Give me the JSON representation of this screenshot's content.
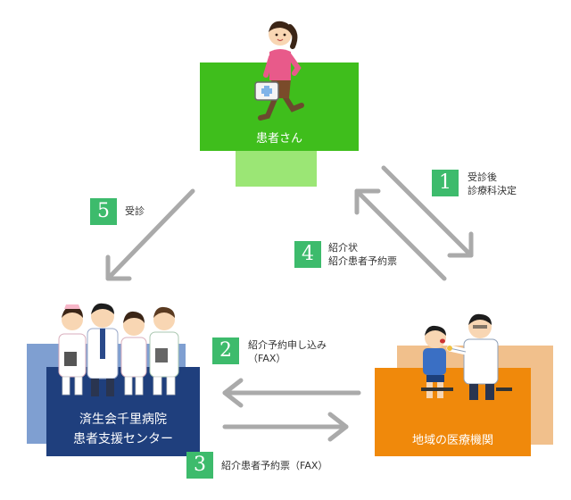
{
  "colors": {
    "patient_green": "#3fbe1c",
    "patient_tab": "#9be675",
    "center_navy": "#1f3f7d",
    "center_back": "#7f9fd1",
    "clinic_orange": "#f0890b",
    "clinic_back": "#f1c08c",
    "badge_green": "#3dbb6c",
    "arrow_gray": "#aaaaaa"
  },
  "nodes": {
    "patient": {
      "label": "患者さん"
    },
    "center": {
      "line1": "済生会千里病院",
      "line2": "患者支援センター"
    },
    "clinic": {
      "label": "地域の医療機関"
    }
  },
  "steps": [
    {
      "number": "1",
      "line1": "受診後",
      "line2": "診療科決定"
    },
    {
      "number": "2",
      "line1": "紹介予約申し込み",
      "line2": "（FAX）"
    },
    {
      "number": "3",
      "line1": "紹介患者予約票（FAX）"
    },
    {
      "number": "4",
      "line1": "紹介状",
      "line2": "紹介患者予約票"
    },
    {
      "number": "5",
      "line1": "受診"
    }
  ],
  "icons": {
    "patient_figure": "running-woman-with-medkit-icon",
    "staff_group": "medical-staff-group-icon",
    "doctor_child": "doctor-examining-child-icon"
  }
}
